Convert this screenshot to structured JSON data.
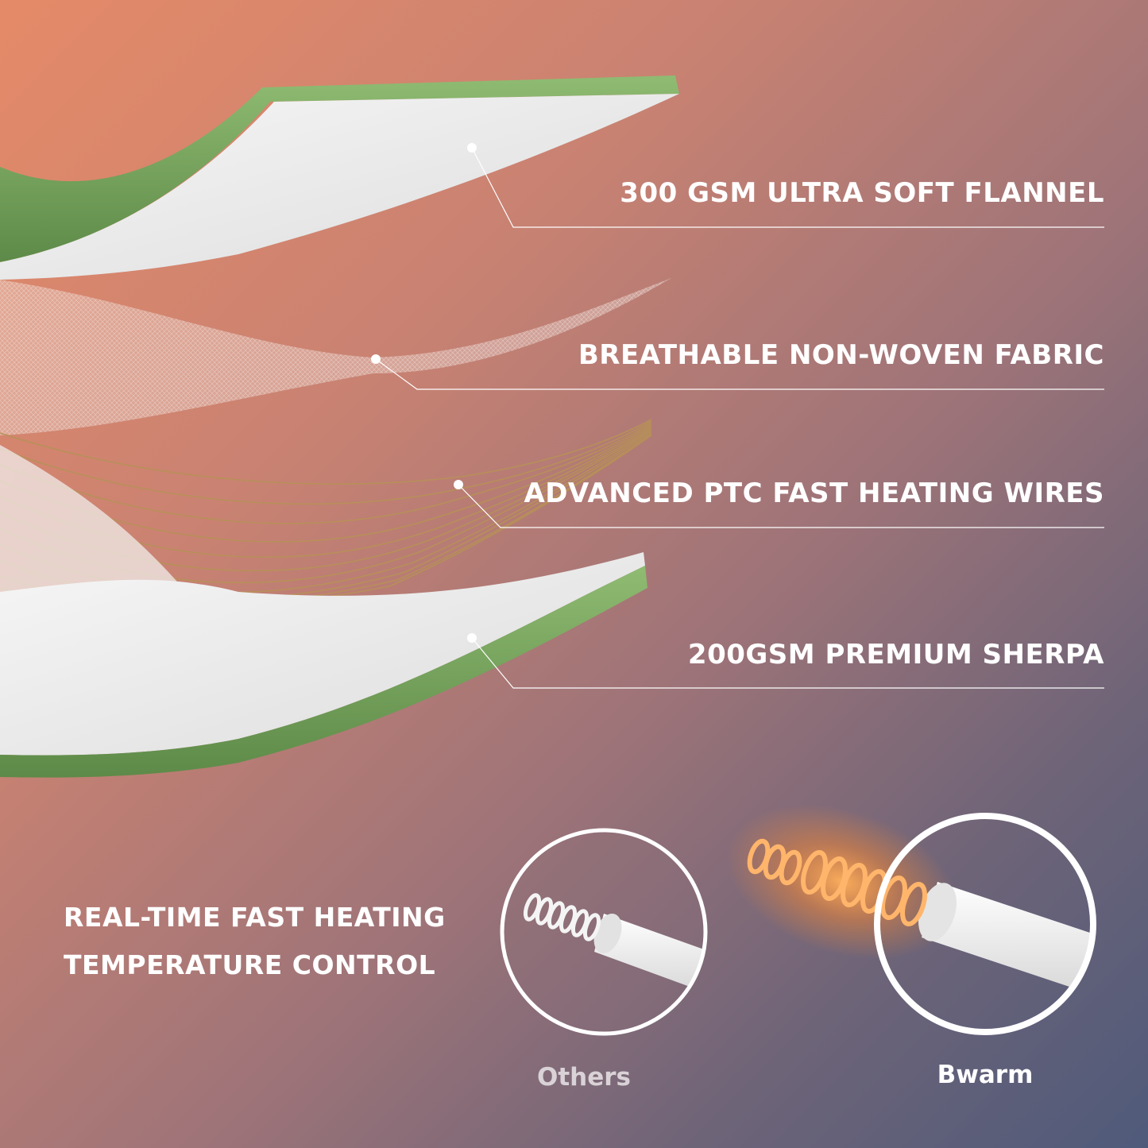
{
  "layers": [
    {
      "label": "300 GSM ULTRA SOFT FLANNEL"
    },
    {
      "label": "BREATHABLE NON-WOVEN FABRIC"
    },
    {
      "label": "ADVANCED PTC FAST HEATING WIRES"
    },
    {
      "label": "200GSM PREMIUM SHERPA"
    }
  ],
  "caption": {
    "line1": "REAL-TIME FAST HEATING",
    "line2": "TEMPERATURE CONTROL"
  },
  "comparison": {
    "others_label": "Others",
    "brand_label": "Bwarm"
  },
  "colors": {
    "text": "#ffffff",
    "others_text": "#d9d2d6",
    "grass_green": "#7ea866",
    "sheet_white": "#f2f2f2",
    "wire_gold": "#b79158",
    "glow_orange": "#ff9a3c"
  }
}
